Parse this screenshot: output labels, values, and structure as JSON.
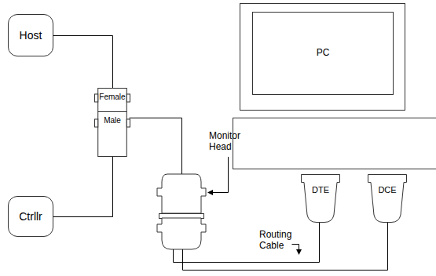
{
  "diagram": {
    "nodes": [
      {
        "text": [
          "Host"
        ]
      },
      {
        "text": [
          "Female",
          "Male"
        ]
      },
      {
        "text": [
          "Ctrllr"
        ]
      },
      {
        "text": [
          "PC"
        ]
      },
      {
        "text": [
          "DTE"
        ]
      },
      {
        "text": [
          "DCE"
        ]
      }
    ],
    "edges": [
      {
        "from": 0,
        "to": 1,
        "arrow": "none"
      },
      {
        "from": 2,
        "to": 1,
        "arrow": "none"
      }
    ],
    "labels": [
      "Monitor Head",
      "Routing Cable"
    ]
  }
}
